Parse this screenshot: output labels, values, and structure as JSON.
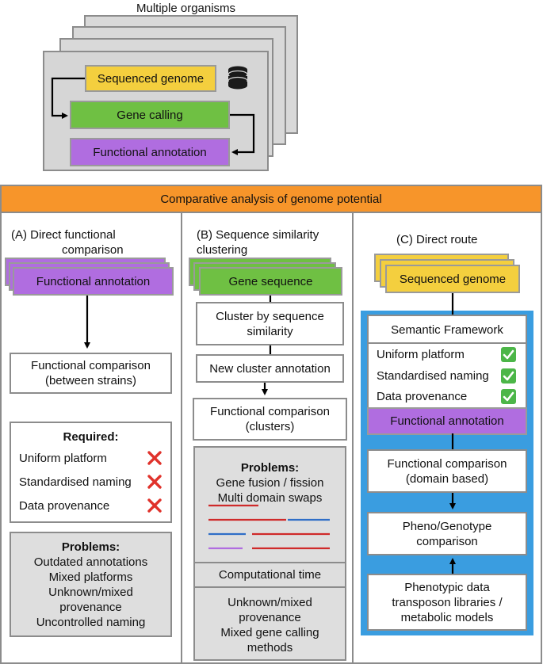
{
  "header": {
    "title": "Multiple organisms",
    "pipeline": {
      "step1": "Sequenced genome",
      "step2": "Gene calling",
      "step3": "Functional annotation",
      "db_icon": "database-icon"
    }
  },
  "banner": {
    "title": "Comparative analysis of genome potential"
  },
  "col_a": {
    "title_line1": "(A) Direct functional",
    "title_line2": "comparison",
    "annotation": "Functional annotation",
    "comparison_line1": "Functional comparison",
    "comparison_line2": "(between strains)",
    "required": {
      "title": "Required:",
      "items": [
        "Uniform platform",
        "Standardised naming",
        "Data provenance"
      ],
      "status_icon": "cross-icon"
    },
    "problems": {
      "title": "Problems:",
      "lines": [
        "Outdated annotations",
        "Mixed  platforms",
        "Unknown/mixed",
        "provenance",
        "Uncontrolled naming"
      ]
    }
  },
  "col_b": {
    "title_line1": "(B) Sequence similarity",
    "title_line2": "clustering",
    "gene_sequence": "Gene sequence",
    "cluster_line1": "Cluster by sequence",
    "cluster_line2": "similarity",
    "new_cluster": "New cluster annotation",
    "comparison_line1": "Functional comparison",
    "comparison_line2": "(clusters)",
    "problems": {
      "title": "Problems:",
      "line1": "Gene fusion / fission",
      "line2": "Multi domain swaps"
    },
    "comp_time": "Computational time",
    "bottom_lines": [
      "Unknown/mixed",
      "provenance",
      "Mixed gene calling",
      "methods"
    ]
  },
  "col_c": {
    "title": "(C) Direct route",
    "sequenced": "Sequenced genome",
    "framework": {
      "title": "Semantic Framework",
      "items": [
        "Uniform platform",
        "Standardised naming",
        "Data provenance"
      ],
      "status_icon": "check-icon",
      "annotation": "Functional annotation"
    },
    "comparison_line1": "Functional comparison",
    "comparison_line2": "(domain based)",
    "pheno_line1": "Pheno/Genotype",
    "pheno_line2": "comparison",
    "data_lines": [
      "Phenotypic data",
      "transposon libraries /",
      "metabolic models"
    ]
  },
  "colors": {
    "yellow": "#f4cf3e",
    "green": "#6fc043",
    "purple": "#b06de0",
    "orange": "#f7952a",
    "blue": "#3a9de0",
    "gray": "#dedede",
    "cross_red": "#e0322b",
    "check_green": "#4cb648",
    "line_red": "#cf2a2a",
    "line_blue": "#2f6ec7",
    "line_purple": "#b06de0"
  }
}
